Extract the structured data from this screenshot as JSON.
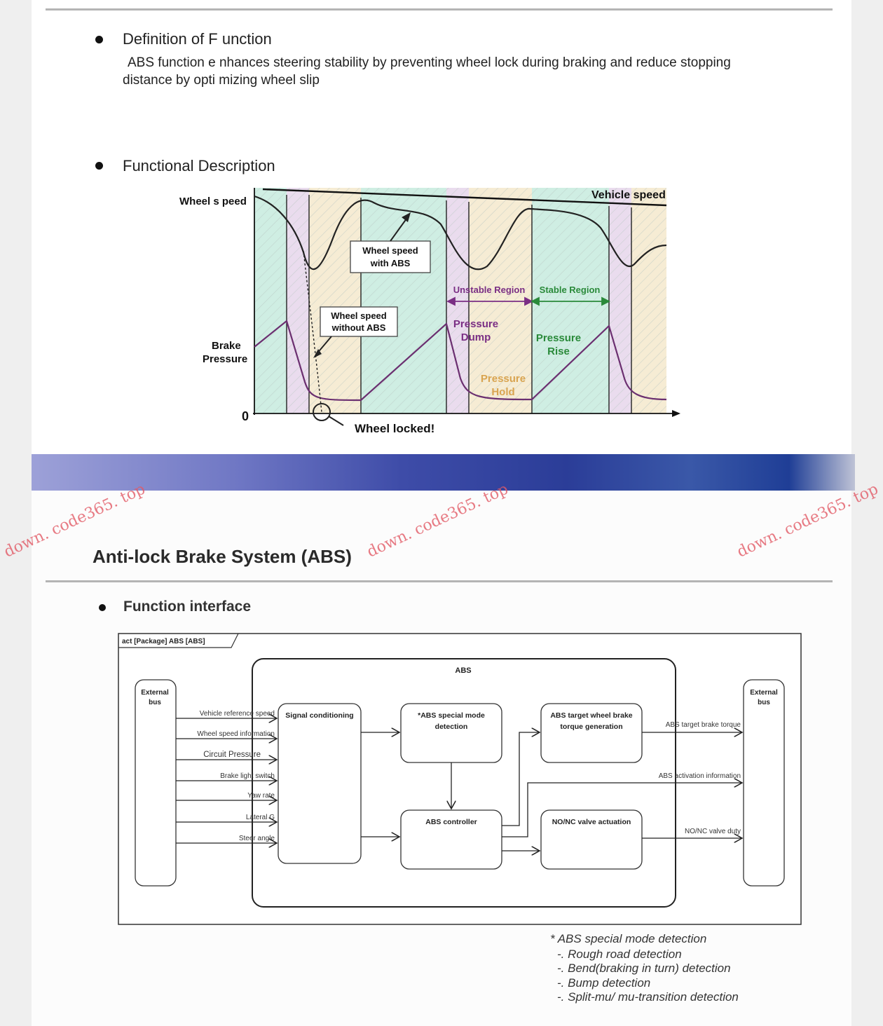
{
  "slide1": {
    "definition": {
      "heading": "Definition of F unction",
      "body_line1": "ABS function e nhances steering stability by preventing wheel lock during braking and reduce stopping",
      "body_line2": "distance by opti mizing wheel slip"
    },
    "description": {
      "heading": "Functional Description"
    },
    "graph": {
      "wheel_speed_label": "Wheel s peed",
      "vehicle_speed_label": "Vehicle speed",
      "brake_pressure_line1": "Brake",
      "brake_pressure_line2": "Pressure",
      "zero_label": "0",
      "wheel_locked_label": "Wheel locked!",
      "with_abs_line1": "Wheel speed",
      "with_abs_line2": "with ABS",
      "without_abs_line1": "Wheel speed",
      "without_abs_line2": "without ABS",
      "unstable_region": "Unstable Region",
      "stable_region": "Stable Region",
      "pressure_dump_line1": "Pressure",
      "pressure_dump_line2": "Dump",
      "pressure_rise_line1": "Pressure",
      "pressure_rise_line2": "Rise",
      "pressure_hold_line1": "Pressure",
      "pressure_hold_line2": "Hold",
      "colors": {
        "rise_zone": "#cfeee3",
        "hold_zone": "#f6ecd4",
        "dump_zone": "#eadcee",
        "unstable": "#7a2e84",
        "stable": "#2a8a3a",
        "hold": "#d9a450"
      }
    }
  },
  "slide2": {
    "title": "Anti-lock Brake System (ABS)",
    "function_interface_heading": "Function interface",
    "diagram": {
      "frame_label": "act [Package] ABS [ABS]",
      "abs_container_label": "ABS",
      "external_bus_left_line1": "External",
      "external_bus_left_line2": "bus",
      "external_bus_right_line1": "External",
      "external_bus_right_line2": "bus",
      "signal_conditioning": "Signal conditioning",
      "special_mode_line1": "*ABS special mode",
      "special_mode_line2": "detection",
      "target_torque_line1": "ABS target wheel brake",
      "target_torque_line2": "torque generation",
      "abs_controller": "ABS controller",
      "valve_actuation": "NO/NC valve actuation",
      "inputs": [
        "Vehicle reference speed",
        "Wheel speed information",
        "Circuit Pressure",
        "Brake light switch",
        "Yaw rate",
        "Lateral G",
        "Steer angle"
      ],
      "outputs": [
        "ABS target brake torque",
        "ABS activation information",
        "NO/NC valve duty"
      ]
    },
    "notes": {
      "title": "* ABS special mode detection",
      "items": [
        "-. Rough road detection",
        "-. Bend(braking in turn) detection",
        "-. Bump detection",
        "-. Split-mu/ mu-transition detection"
      ]
    }
  },
  "watermark": "down. code365. top"
}
